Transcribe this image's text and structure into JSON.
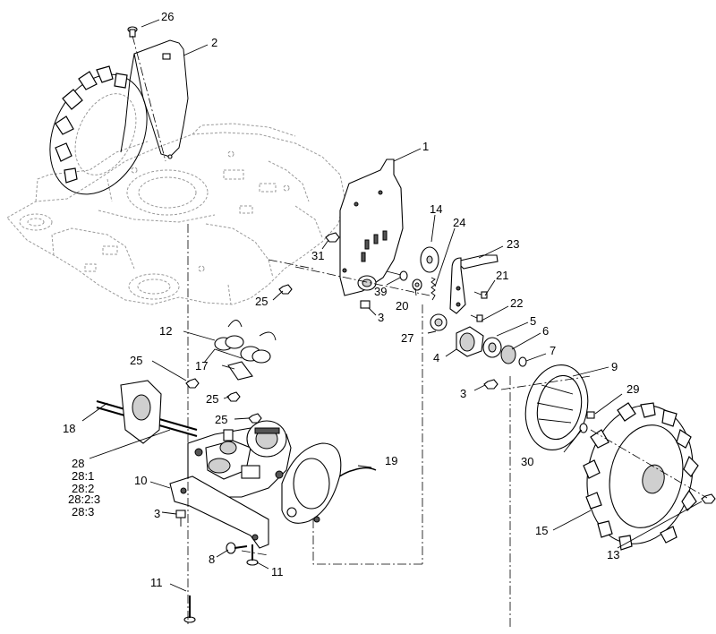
{
  "callouts": [
    {
      "id": "c26",
      "label": "26"
    },
    {
      "id": "c2",
      "label": "2"
    },
    {
      "id": "c1",
      "label": "1"
    },
    {
      "id": "c14",
      "label": "14"
    },
    {
      "id": "c24",
      "label": "24"
    },
    {
      "id": "c23",
      "label": "23"
    },
    {
      "id": "c31",
      "label": "31"
    },
    {
      "id": "c21",
      "label": "21"
    },
    {
      "id": "c39",
      "label": "39"
    },
    {
      "id": "c22",
      "label": "22"
    },
    {
      "id": "c25a",
      "label": "25"
    },
    {
      "id": "c20",
      "label": "20"
    },
    {
      "id": "c3a",
      "label": "3"
    },
    {
      "id": "c5",
      "label": "5"
    },
    {
      "id": "c27",
      "label": "27"
    },
    {
      "id": "c6",
      "label": "6"
    },
    {
      "id": "c12",
      "label": "12"
    },
    {
      "id": "c7",
      "label": "7"
    },
    {
      "id": "c4",
      "label": "4"
    },
    {
      "id": "c25b",
      "label": "25"
    },
    {
      "id": "c17",
      "label": "17"
    },
    {
      "id": "c9",
      "label": "9"
    },
    {
      "id": "c3b",
      "label": "3"
    },
    {
      "id": "c25c",
      "label": "25"
    },
    {
      "id": "c29",
      "label": "29"
    },
    {
      "id": "c25d",
      "label": "25"
    },
    {
      "id": "c18",
      "label": "18"
    },
    {
      "id": "c30",
      "label": "30"
    },
    {
      "id": "c19",
      "label": "19"
    },
    {
      "id": "c28",
      "label": "28"
    },
    {
      "id": "c28_1",
      "label": "28:1"
    },
    {
      "id": "c28_2",
      "label": "28:2"
    },
    {
      "id": "c28_23",
      "label": "28:2:3"
    },
    {
      "id": "c28_3",
      "label": "28:3"
    },
    {
      "id": "c10",
      "label": "10"
    },
    {
      "id": "c15",
      "label": "15"
    },
    {
      "id": "c3c",
      "label": "3"
    },
    {
      "id": "c13",
      "label": "13"
    },
    {
      "id": "c8",
      "label": "8"
    },
    {
      "id": "c11a",
      "label": "11"
    },
    {
      "id": "c11b",
      "label": "11"
    }
  ]
}
